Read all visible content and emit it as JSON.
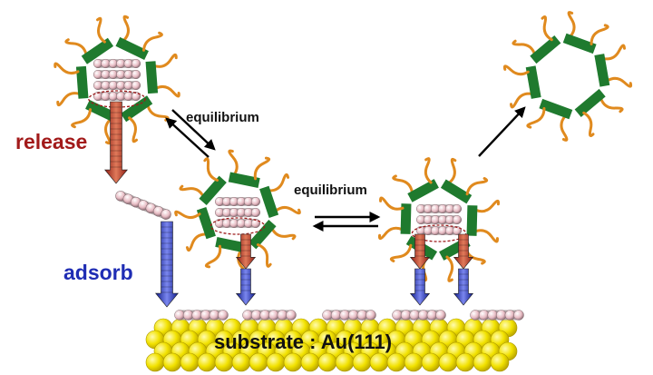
{
  "labels": {
    "release": "release",
    "adsorb": "adsorb",
    "equilibrium_top": "equilibrium",
    "equilibrium_middle": "equilibrium",
    "substrate": "substrate : Au(111)"
  },
  "colors": {
    "release_text": "#a21a1a",
    "adsorb_text": "#1f2db4",
    "ring_green": "#1f7a2e",
    "side_chain_orange": "#e08a1e",
    "release_arrow_red": "#b03a2e",
    "adsorb_arrow_blue": "#2230b8",
    "gold_substrate": "#f2e200",
    "stacked_molecule_pink": "#e7b9c0"
  },
  "icons": {
    "macrocycle_host": "macrocycle-with-side-chains-icon",
    "stacked_guest": "stacked-guest-molecules-icon",
    "free_guest": "guest-molecule-icon",
    "substrate": "gold-atom-layer-icon"
  }
}
